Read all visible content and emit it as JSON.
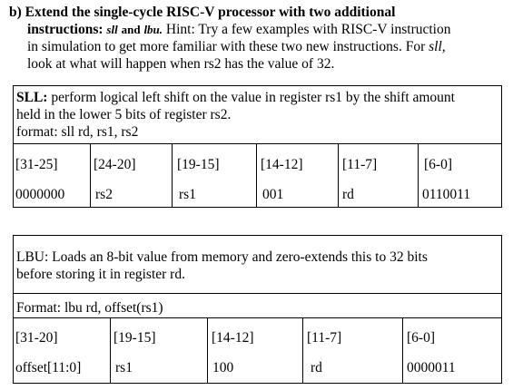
{
  "intro": {
    "label": "b)",
    "heading": "Extend the single-cycle RISC-V processor with two additional",
    "line2_bold": "instructions:",
    "instr_a": "sll",
    "instr_and": "and",
    "instr_b": "lbu.",
    "line2_rest": " Hint: Try a few examples with RISC-V instruction",
    "line3": "in simulation to get more familiar with these two new instructions. For ",
    "line3_italic": "sll,",
    "line4": "look at what will happen when rs2 has the value of 32."
  },
  "sll": {
    "name": "SLL:",
    "desc_line1": " perform logical left shift on the value in register rs1 by the shift amount",
    "desc_line2": "held in the lower 5 bits of register rs2.",
    "format": "format: sll rd, rs1, rs2",
    "headers": [
      "[31-25]",
      "[24-20]",
      "[19-15]",
      "[14-12]",
      "[11-7]",
      "[6-0]"
    ],
    "values": [
      "0000000",
      "rs2",
      "rs1",
      "001",
      "rd",
      "0110011"
    ]
  },
  "lbu": {
    "name": "LBU",
    "desc_line1": ": Loads an 8-bit value from memory and zero-extends this to 32 bits",
    "desc_line2": "before storing it in register rd.",
    "format": "Format: lbu rd, offset(rs1)",
    "headers": [
      "[31-20]",
      "[19-15]",
      "[14-12]",
      "[11-7]",
      "[6-0]"
    ],
    "values": [
      "offset[11:0]",
      "rs1",
      "100",
      "rd",
      "0000011"
    ]
  }
}
